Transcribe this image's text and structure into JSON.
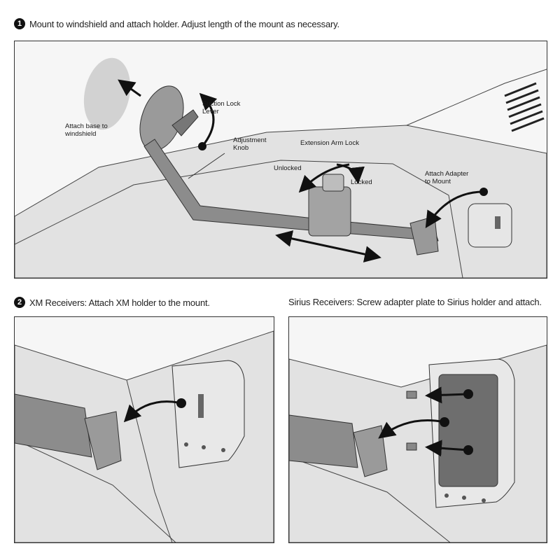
{
  "step1": {
    "number": "1",
    "heading": "Mount to windshield and attach holder. Adjust length of the mount as necessary.",
    "callouts": {
      "attach_base": "Attach base to\nwindshield",
      "suction_lock": "Suction Lock\nLever",
      "adjustment_knob": "Adjustment\nKnob",
      "extension_arm_lock": "Extension Arm Lock",
      "unlocked": "Unlocked",
      "locked": "Locked",
      "attach_adapter": "Attach Adapter\nto Mount"
    }
  },
  "step2": {
    "number": "2",
    "xm_heading": "XM Receivers: Attach XM holder to the mount.",
    "sirius_heading": "Sirius Receivers: Screw adapter plate to Sirius holder and attach."
  },
  "colors": {
    "ink": "#1a1a1a",
    "panel_bg": "#f4f4f4",
    "dash": "#d4d4d4",
    "mount": "#8c8c8c"
  }
}
